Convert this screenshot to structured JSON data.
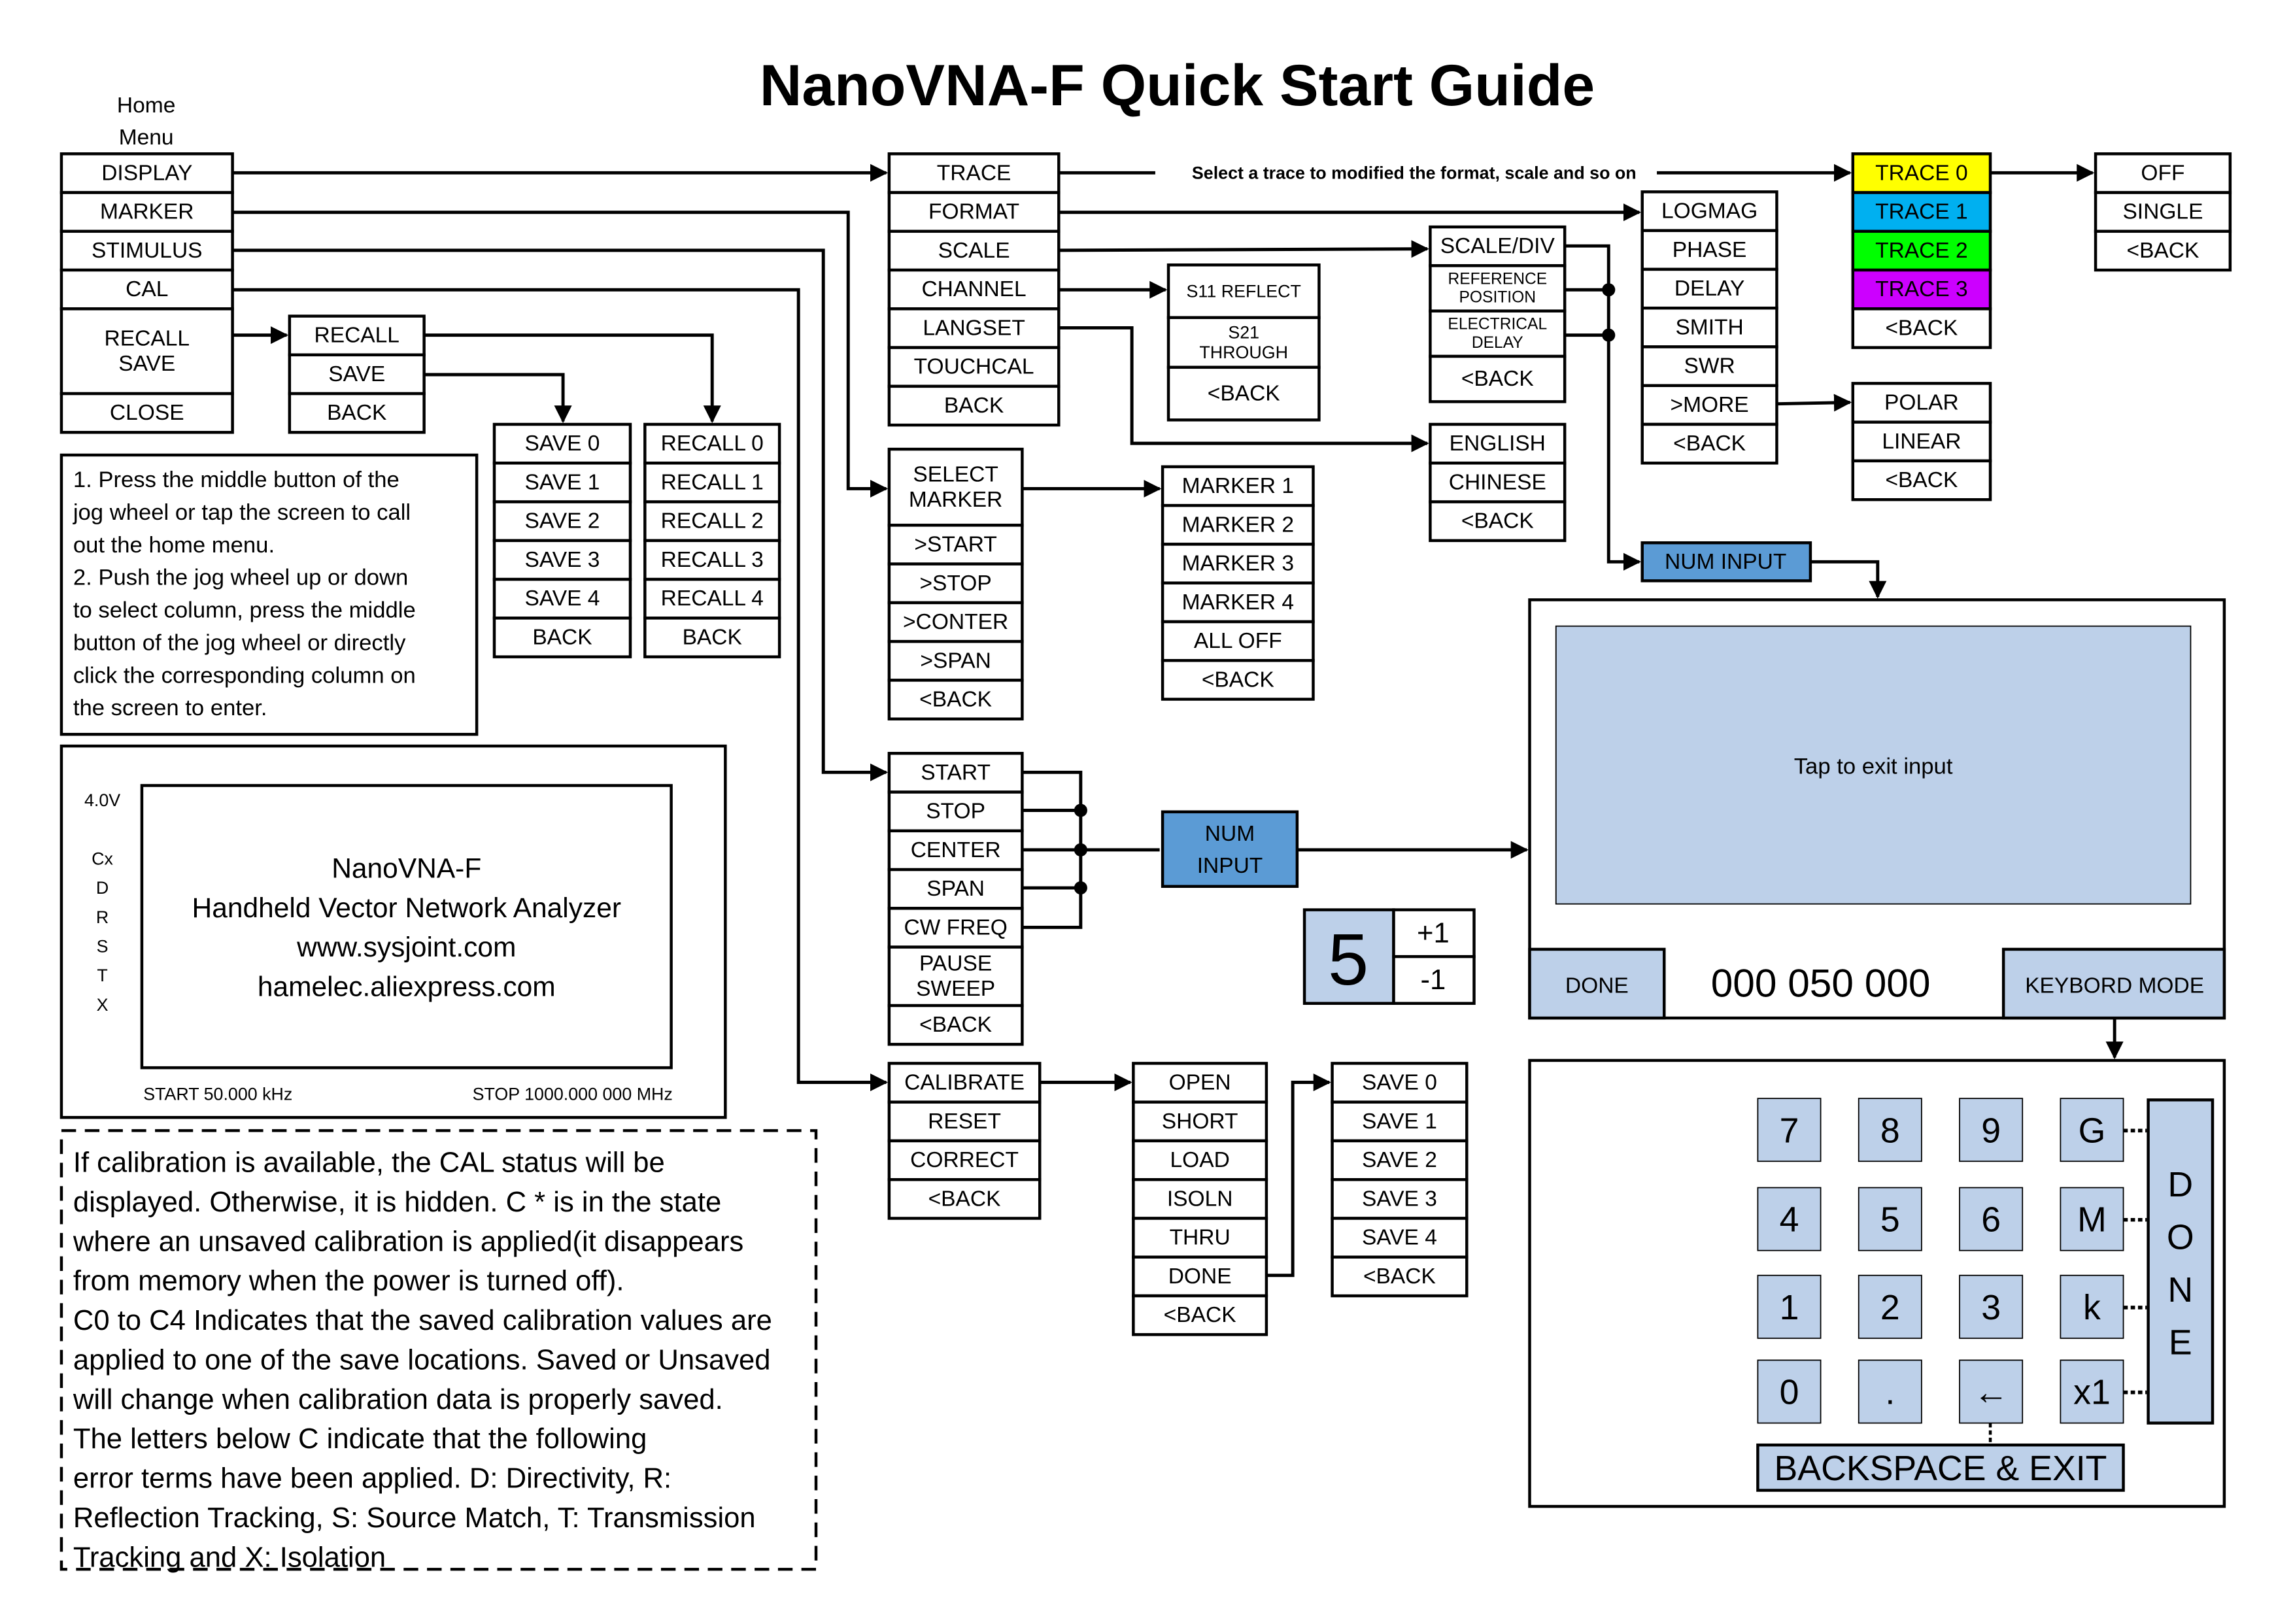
{
  "title": "NanoVNA-F Quick Start Guide",
  "home_menu": {
    "heading": [
      "Home",
      "Menu"
    ],
    "items": [
      "DISPLAY",
      "MARKER",
      "STIMULUS",
      "CAL",
      "RECALL\nSAVE",
      "CLOSE"
    ]
  },
  "recall_save_menu": [
    "RECALL",
    "SAVE",
    "BACK"
  ],
  "save_menu": [
    "SAVE 0",
    "SAVE 1",
    "SAVE 2",
    "SAVE 3",
    "SAVE 4",
    "BACK"
  ],
  "recall_menu": [
    "RECALL 0",
    "RECALL 1",
    "RECALL 2",
    "RECALL 3",
    "RECALL 4",
    "BACK"
  ],
  "display_menu": [
    "TRACE",
    "FORMAT",
    "SCALE",
    "CHANNEL",
    "LANGSET",
    "TOUCHCAL",
    "BACK"
  ],
  "trace_note": "Select a trace to modified the format, scale and so on",
  "trace_menu": [
    {
      "label": "TRACE 0",
      "color": "#FFFF00"
    },
    {
      "label": "TRACE 1",
      "color": "#00B0F0"
    },
    {
      "label": "TRACE 2",
      "color": "#00FF00"
    },
    {
      "label": "TRACE 3",
      "color": "#CC00FF"
    },
    {
      "label": "<BACK",
      "color": "#FFFFFF"
    }
  ],
  "trace_option_menu": [
    "OFF",
    "SINGLE",
    "<BACK"
  ],
  "format_menu": [
    "LOGMAG",
    "PHASE",
    "DELAY",
    "SMITH",
    "SWR",
    ">MORE",
    "<BACK"
  ],
  "more_menu": [
    "POLAR",
    "LINEAR",
    "<BACK"
  ],
  "scale_menu": [
    "SCALE/DIV",
    "REFERENCE\nPOSITION",
    "ELECTRICAL\nDELAY",
    "<BACK"
  ],
  "channel_menu": [
    "S11 REFLECT",
    "S21\nTHROUGH",
    "<BACK"
  ],
  "lang_menu": [
    "ENGLISH",
    "CHINESE",
    "<BACK"
  ],
  "num_input_label": "NUM INPUT",
  "num_input_label_2": [
    "NUM",
    "INPUT"
  ],
  "marker_menu": [
    "SELECT\nMARKER",
    ">START",
    ">STOP",
    ">CONTER",
    ">SPAN",
    "<BACK"
  ],
  "marker_select_menu": [
    "MARKER 1",
    "MARKER 2",
    "MARKER 3",
    "MARKER 4",
    "ALL OFF",
    "<BACK"
  ],
  "stimulus_menu": [
    "START",
    "STOP",
    "CENTER",
    "SPAN",
    "CW FREQ",
    "PAUSE\nSWEEP",
    "<BACK"
  ],
  "cal_menu": [
    "CALIBRATE",
    "RESET",
    "CORRECT",
    "<BACK"
  ],
  "calibrate_menu": [
    "OPEN",
    "SHORT",
    "LOAD",
    "ISOLN",
    "THRU",
    "DONE",
    "<BACK"
  ],
  "cal_save_menu": [
    "SAVE 0",
    "SAVE 1",
    "SAVE 2",
    "SAVE 3",
    "SAVE 4",
    "<BACK"
  ],
  "instructions": [
    "1. Press the middle button of the",
    "jog wheel or tap the screen to call",
    "out the home menu.",
    "2. Push the jog wheel up or down",
    "to select column, press the middle",
    "button of the jog wheel or directly",
    "click the corresponding column on",
    "the screen to enter."
  ],
  "screen": {
    "voltage": "4.0V",
    "status_letters": [
      "Cx",
      "D",
      "R",
      "S",
      "T",
      "X"
    ],
    "lines": [
      "NanoVNA-F",
      "Handheld Vector Network Analyzer",
      "www.sysjoint.com",
      "hamelec.aliexpress.com"
    ],
    "start": "START 50.000 kHz",
    "stop": "STOP 1000.000 000 MHz"
  },
  "cal_note": [
    "If calibration is available, the CAL status will be",
    "displayed. Otherwise, it is hidden. C * is in the state",
    "where an unsaved calibration is applied(it disappears",
    "from memory when the power is turned off).",
    "C0 to C4 Indicates that the saved calibration values are",
    "applied to one of the save locations. Saved or Unsaved",
    "will change when calibration data is properly saved.",
    "The letters below C indicate that the following",
    "error terms have been applied. D: Directivity, R:",
    "Reflection Tracking, S: Source Match, T: Transmission",
    "Tracking and X: Isolation"
  ],
  "jog": {
    "digit": "5",
    "plus": "+1",
    "minus": "-1"
  },
  "num_panel": {
    "tap_text": "Tap to exit input",
    "done": "DONE",
    "value": "000  050  000",
    "keyboard_mode": "KEYBORD MODE"
  },
  "keypad": {
    "rows": [
      [
        "7",
        "8",
        "9",
        "G"
      ],
      [
        "4",
        "5",
        "6",
        "M"
      ],
      [
        "1",
        "2",
        "3",
        "k"
      ],
      [
        "0",
        ".",
        "←",
        "x1"
      ]
    ],
    "done_letters": [
      "D",
      "O",
      "N",
      "E"
    ],
    "backspace": "BACKSPACE & EXIT"
  },
  "colors": {
    "accent_blue": "#5B9BD5",
    "light_blue": "#BDD0E9"
  }
}
